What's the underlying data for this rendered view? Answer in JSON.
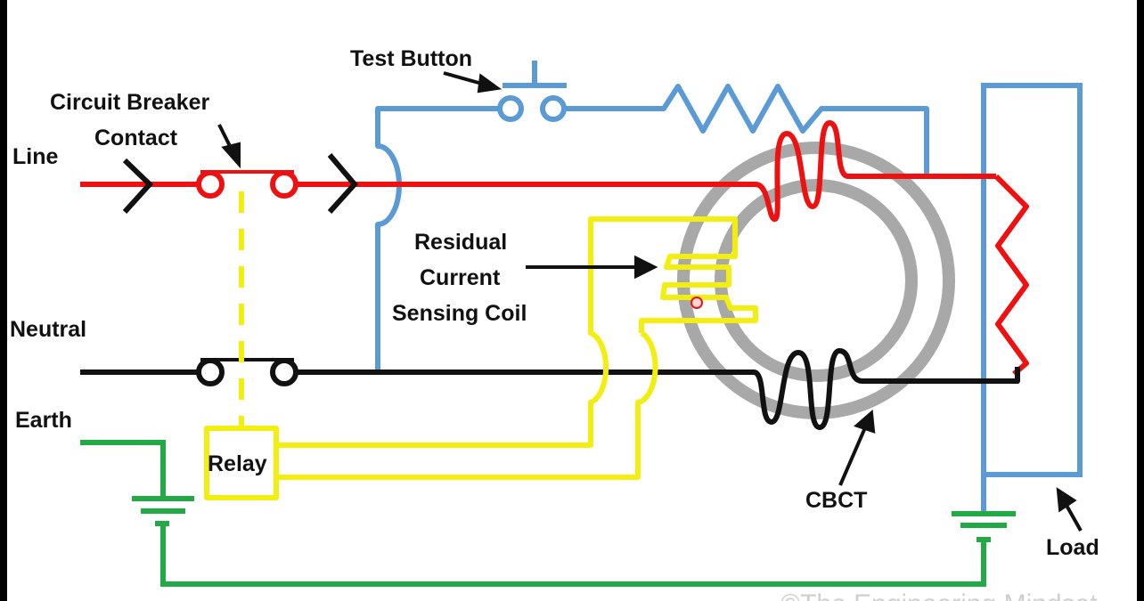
{
  "diagram": {
    "labels": {
      "test_button": "Test Button",
      "cb_line1": "Circuit Breaker",
      "cb_line2": "Contact",
      "line": "Line",
      "neutral": "Neutral",
      "earth": "Earth",
      "relay": "Relay",
      "rc_line1": "Residual",
      "rc_line2": "Current",
      "rc_line3": "Sensing Coil",
      "cbct": "CBCT",
      "load": "Load",
      "watermark": "©The Engineering Mindset"
    },
    "colors": {
      "line_wire": "#ee1111",
      "neutral_wire": "#111111",
      "earth_wire": "#22aa44",
      "relay_wire": "#f2ee10",
      "test_wire": "#5b9bd5",
      "core": "#a8a8a8"
    }
  }
}
